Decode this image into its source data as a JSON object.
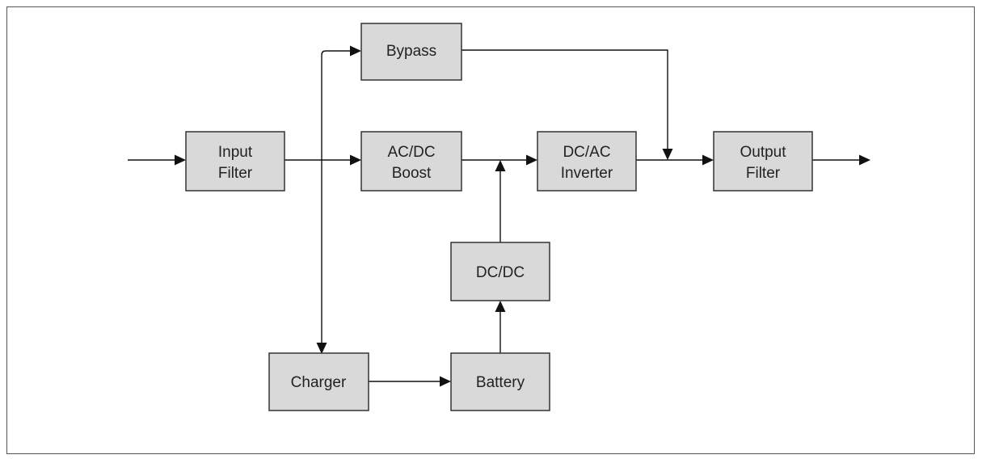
{
  "diagram": {
    "type": "block-diagram",
    "blocks": {
      "bypass": {
        "lines": [
          "Bypass"
        ]
      },
      "input_filter": {
        "lines": [
          "Input",
          "Filter"
        ]
      },
      "ac_dc_boost": {
        "lines": [
          "AC/DC",
          "Boost"
        ]
      },
      "dc_ac_inverter": {
        "lines": [
          "DC/AC",
          "Inverter"
        ]
      },
      "output_filter": {
        "lines": [
          "Output",
          "Filter"
        ]
      },
      "dc_dc": {
        "lines": [
          "DC/DC"
        ]
      },
      "charger": {
        "lines": [
          "Charger"
        ]
      },
      "battery": {
        "lines": [
          "Battery"
        ]
      }
    },
    "connections": [
      {
        "from": "input",
        "to": "input_filter"
      },
      {
        "from": "input_filter",
        "to": "ac_dc_boost"
      },
      {
        "from": "input_filter",
        "to": "bypass"
      },
      {
        "from": "input_filter",
        "to": "charger"
      },
      {
        "from": "ac_dc_boost",
        "to": "dc_ac_inverter"
      },
      {
        "from": "dc_dc",
        "to": "dc_ac_inverter"
      },
      {
        "from": "bypass",
        "to": "output_filter"
      },
      {
        "from": "dc_ac_inverter",
        "to": "output_filter"
      },
      {
        "from": "charger",
        "to": "battery"
      },
      {
        "from": "battery",
        "to": "dc_dc"
      },
      {
        "from": "output_filter",
        "to": "output"
      }
    ]
  }
}
